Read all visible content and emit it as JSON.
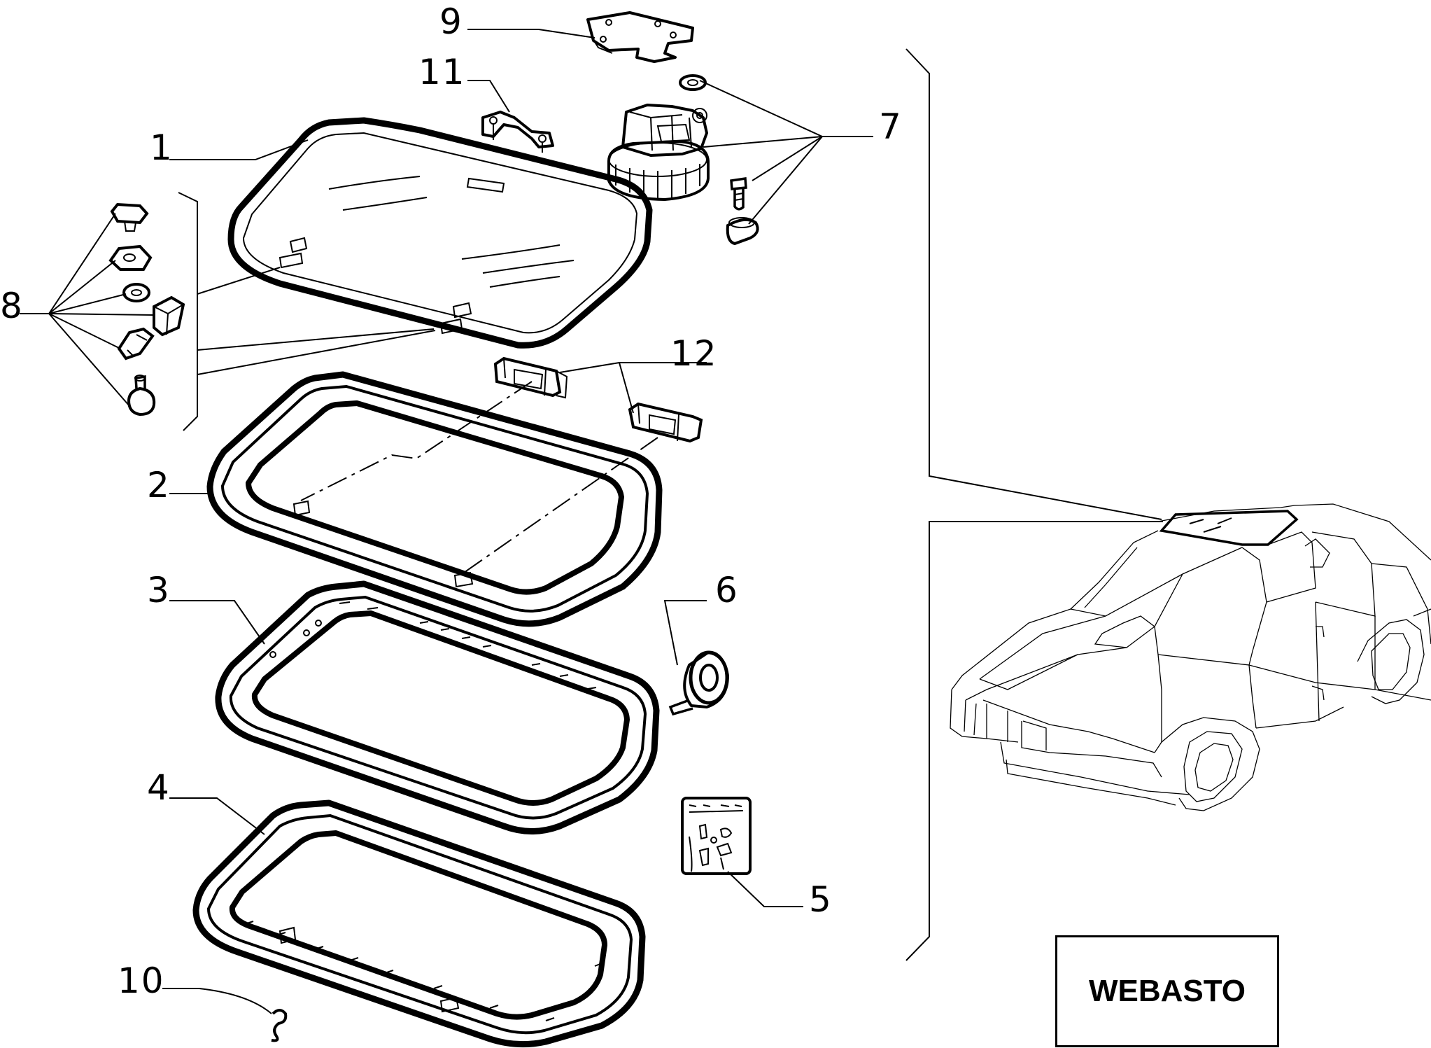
{
  "callouts": {
    "c1": "1",
    "c2": "2",
    "c3": "3",
    "c4": "4",
    "c5": "5",
    "c6": "6",
    "c7": "7",
    "c8": "8",
    "c9": "9",
    "c10": "10",
    "c11": "11",
    "c12": "12"
  },
  "brand_box": {
    "label": "WEBASTO"
  }
}
